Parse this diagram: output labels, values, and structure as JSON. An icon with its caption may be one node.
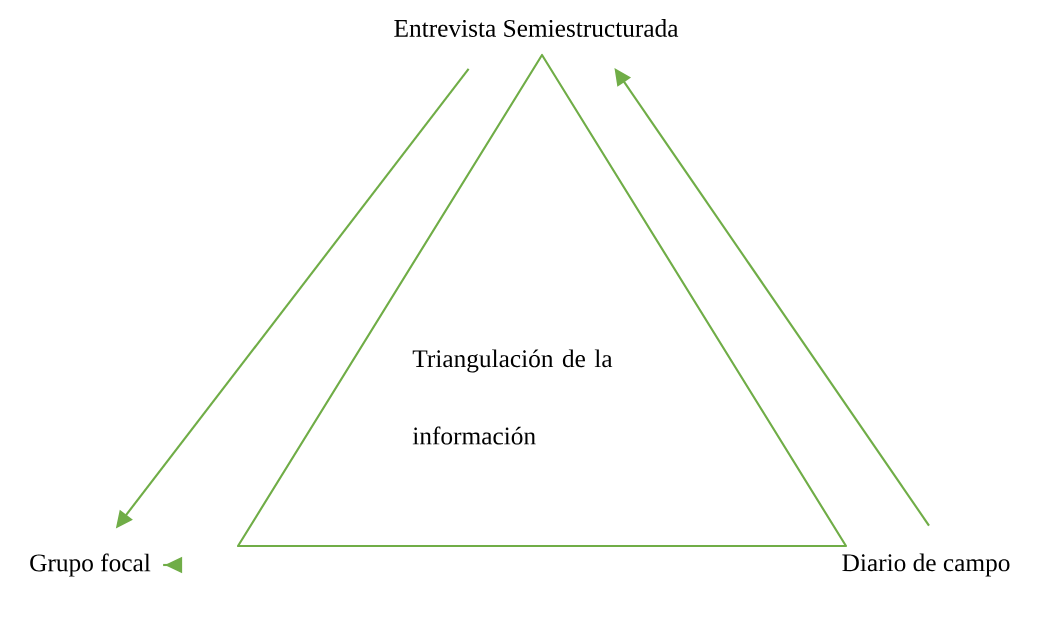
{
  "diagram": {
    "nodes": [
      {
        "text": [
          "Entrevista Semiestructurada"
        ]
      },
      {
        "text": [
          "Triangulación de la información"
        ]
      },
      {
        "text": [
          "Grupo focal"
        ]
      },
      {
        "text": [
          "Diario de campo"
        ]
      }
    ],
    "edges": [
      {
        "from": 0,
        "to": 2,
        "arrow": "to"
      },
      {
        "from": 3,
        "to": 0,
        "arrow": "to"
      },
      {
        "from": null,
        "to": 2,
        "arrow": "to"
      }
    ]
  }
}
